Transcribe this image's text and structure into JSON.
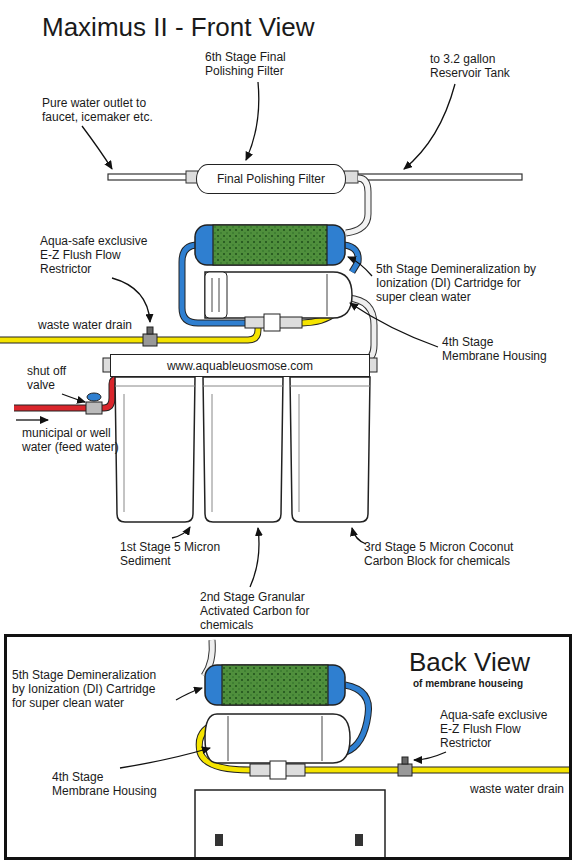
{
  "diagram": {
    "title": "Maximus II - Front View",
    "nodes": [
      {
        "text": [
          "Final Polishing Filter"
        ]
      },
      {
        "text": [
          "www.aquableuosmose.com"
        ]
      },
      {
        "text": [
          "Back View",
          "of membrane houseing"
        ]
      }
    ],
    "labels": [
      "6th Stage Final Polishing Filter",
      "to 3.2 gallon Reservoir Tank",
      "Pure water outlet to faucet, icemaker etc.",
      "Aqua-safe exclusive E-Z Flush Flow Restrictor",
      "5th Stage Demineralization by Ionization (DI) Cartridge for super clean water",
      "waste water drain",
      "4th Stage Membrane Housing",
      "shut off valve",
      "municipal or well water (feed water)",
      "1st Stage 5 Micron Sediment",
      "2nd Stage Granular Activated Carbon for chemicals",
      "3rd Stage 5 Micron Coconut Carbon Block for chemicals",
      "5th Stage Demineralization by Ionization (DI) Cartridge for super clean water",
      "4th Stage Membrane Housing",
      "Aqua-safe exclusive E-Z Flush Flow Restrictor",
      "waste water drain"
    ]
  }
}
